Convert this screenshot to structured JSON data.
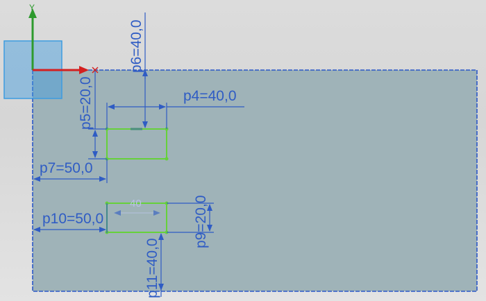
{
  "axes": {
    "y_label": "Y"
  },
  "dimensions": {
    "p4": "p4=40,0",
    "p5": "p5=20,0",
    "p6": "p6=40,0",
    "p7": "p7=50,0",
    "p9": "p9=20,0",
    "p10": "p10=50,0",
    "p11": "p11=40,0",
    "ghost": "40"
  },
  "colors": {
    "plate_fill": "#9fb3b8",
    "plate_border": "#2a57c8",
    "dimension": "#2f5cc4",
    "slot_outline": "#66d13a",
    "axis_y": "#2e9a2e",
    "axis_x": "#d42020",
    "csys_box": "#3d9be0"
  },
  "icons": {
    "csys": "coordinate-system-icon",
    "origin_marker": "x-marker-icon"
  }
}
